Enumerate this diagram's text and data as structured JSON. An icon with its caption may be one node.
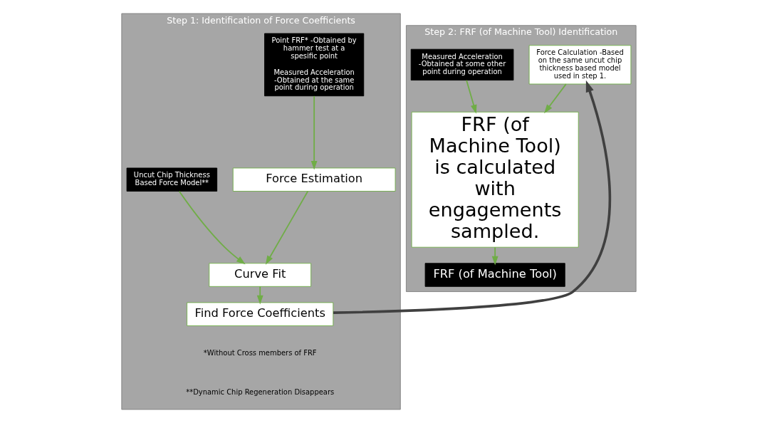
{
  "diagram": {
    "nodes": [
      {
        "text": [
          "Step 1: Identification of Force Coefficients"
        ]
      },
      {
        "text": [
          "Point FRF* -Obtained by hammer test at a spesific point",
          "Measured Acceleration -Obtained at the same point during operation"
        ],
        "in": 0
      },
      {
        "text": [
          "Force Estimation"
        ],
        "in": 0
      },
      {
        "text": [
          "Uncut Chip Thickness Based Force Model**"
        ],
        "in": 0
      },
      {
        "text": [
          "Curve Fit"
        ],
        "in": 0
      },
      {
        "text": [
          "Find Force Coefficients"
        ],
        "in": 0
      },
      {
        "text": [
          "Step 2: FRF (of Machine Tool) Identification"
        ]
      },
      {
        "text": [
          "Force Calculation -Based on the same uncut chip thickness based model used in step 1."
        ],
        "in": 6
      },
      {
        "text": [
          "Measured Acceleration -Obtained at some other point during operation"
        ],
        "in": 6
      },
      {
        "text": [
          "FRF (of Machine Tool) is calculated with engagements sampled."
        ],
        "in": 6
      },
      {
        "text": [
          "FRF (of Machine Tool)"
        ],
        "in": 6
      }
    ],
    "edges": [
      {
        "from": 1,
        "to": 2,
        "arrow": "to"
      },
      {
        "from": 2,
        "to": 4,
        "arrow": "to"
      },
      {
        "from": 3,
        "to": 4,
        "arrow": "to"
      },
      {
        "from": 4,
        "to": 5,
        "arrow": "to"
      },
      {
        "from": 5,
        "to": 7,
        "arrow": "to",
        "style": "thick",
        "color": "#404040"
      },
      {
        "from": 7,
        "to": 9,
        "arrow": "to"
      },
      {
        "from": 8,
        "to": 9,
        "arrow": "to"
      },
      {
        "from": 9,
        "to": 10,
        "arrow": "to"
      }
    ],
    "labels": [
      "*Without Cross members of FRF",
      "**Dynamic Chip Regeneration Disappears"
    ]
  }
}
